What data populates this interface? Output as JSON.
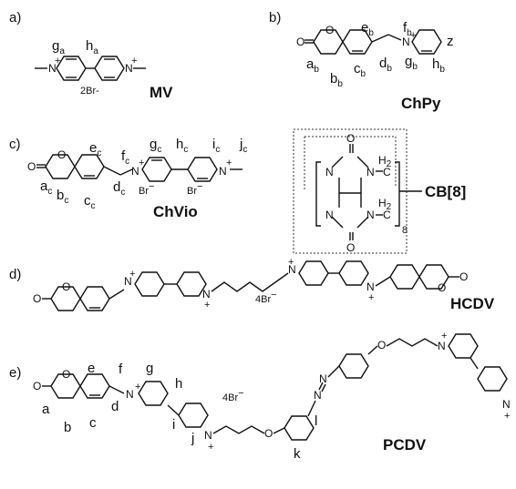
{
  "panels": [
    {
      "key": "a",
      "letter": "a)",
      "name": "MV"
    },
    {
      "key": "b",
      "letter": "b)",
      "name": "ChPy"
    },
    {
      "key": "c",
      "letter": "c)",
      "name": "ChVio"
    },
    {
      "key": "cb",
      "letter": "",
      "name": "CB[8]"
    },
    {
      "key": "d",
      "letter": "d)",
      "name": "HCDV"
    },
    {
      "key": "e",
      "letter": "e)",
      "name": "PCDV"
    }
  ],
  "counterions": {
    "mv": "2Br-",
    "chvio_left": "Br",
    "chvio_right": "Br",
    "hcdv": "4Br",
    "pcdv": "4Br"
  },
  "atoms": {
    "N": "N",
    "O": "O",
    "plus": "+",
    "minus": "−",
    "h2": "H",
    "h2_sub": "2",
    "c": "C",
    "repeat": "8"
  },
  "proton_labels": {
    "a": {
      "g": "g",
      "g_sub": "a",
      "h": "h",
      "h_sub": "a"
    },
    "b": {
      "e": "e",
      "e_sub": "b",
      "f": "f",
      "f_sub": "b",
      "a": "a",
      "a_sub": "b",
      "b": "b",
      "b_sub": "b",
      "c": "c",
      "c_sub": "b",
      "d": "d",
      "d_sub": "b",
      "g": "g",
      "g_sub": "b",
      "h": "h",
      "h_sub": "b",
      "z": "z"
    },
    "c": {
      "e": "e",
      "e_sub": "c",
      "f": "f",
      "f_sub": "c",
      "g": "g",
      "g_sub": "c",
      "h": "h",
      "h_sub": "c",
      "i": "i",
      "i_sub": "c",
      "j": "j",
      "j_sub": "c",
      "a": "a",
      "a_sub": "c",
      "b": "b",
      "b_sub": "c",
      "c": "c",
      "c_sub": "c",
      "d": "d",
      "d_sub": "c"
    },
    "e": {
      "e": "e",
      "f": "f",
      "g": "g",
      "h": "h",
      "a": "a",
      "b": "b",
      "c": "c",
      "d": "d",
      "i": "i",
      "j": "j",
      "k": "k",
      "l": "l"
    }
  }
}
